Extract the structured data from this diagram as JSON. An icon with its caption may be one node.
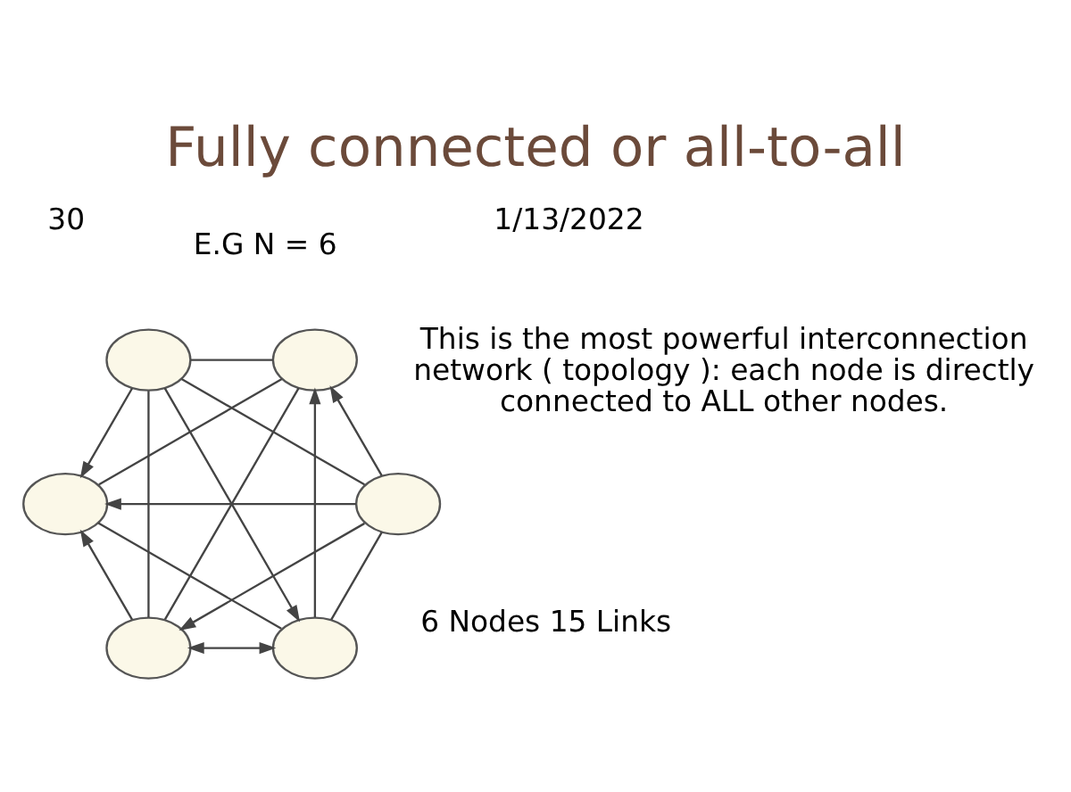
{
  "diagram": {
    "title": "Fully connected or all-to-all",
    "nodes": [
      {
        "text": [],
        "shape": "ellipse"
      },
      {
        "text": [],
        "shape": "ellipse"
      },
      {
        "text": [],
        "shape": "ellipse"
      },
      {
        "text": [],
        "shape": "ellipse"
      },
      {
        "text": [],
        "shape": "ellipse"
      },
      {
        "text": [],
        "shape": "ellipse"
      }
    ],
    "edges": [
      {
        "from": 0,
        "to": 1,
        "arrow": "none"
      },
      {
        "from": 0,
        "to": 2,
        "arrow": "none"
      },
      {
        "from": 3,
        "to": 0,
        "arrow": "to"
      },
      {
        "from": 0,
        "to": 5,
        "arrow": "both"
      },
      {
        "from": 0,
        "to": 4,
        "arrow": "to"
      },
      {
        "from": 1,
        "to": 2,
        "arrow": "to"
      },
      {
        "from": 1,
        "to": 3,
        "arrow": "none"
      },
      {
        "from": 1,
        "to": 4,
        "arrow": "to"
      },
      {
        "from": 1,
        "to": 5,
        "arrow": "to"
      },
      {
        "from": 3,
        "to": 2,
        "arrow": "to"
      },
      {
        "from": 2,
        "to": 4,
        "arrow": "none"
      },
      {
        "from": 5,
        "to": 2,
        "arrow": "to"
      },
      {
        "from": 3,
        "to": 4,
        "arrow": "none"
      },
      {
        "from": 3,
        "to": 5,
        "arrow": "none"
      },
      {
        "from": 4,
        "to": 5,
        "arrow": "none"
      }
    ],
    "labels": [
      "30",
      "This is the most powerful interconnection network ( topology ): each node is directly connected to ALL other nodes.",
      "E.G N = 6",
      "6 Nodes 15 Links",
      "1/13/2022"
    ]
  }
}
